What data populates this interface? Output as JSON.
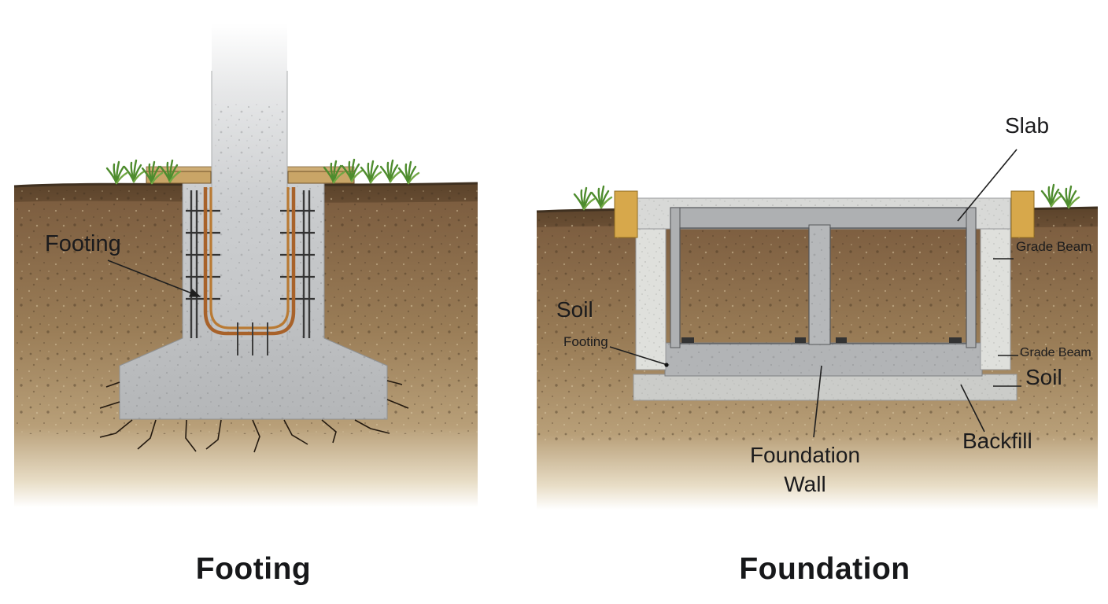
{
  "left_panel": {
    "caption": "Footing",
    "labels": {
      "footing": "Footing"
    }
  },
  "right_panel": {
    "caption": "Foundation",
    "labels": {
      "slab": "Slab",
      "grade_beam_top": "Grade Beam",
      "soil_left": "Soil",
      "footing": "Footing",
      "grade_beam_bottom": "Grade Beam",
      "soil_right": "Soil",
      "backfill": "Backfill",
      "foundation_wall": "Foundation Wall"
    }
  },
  "colors": {
    "soil_dark": "#5e452c",
    "soil_mid": "#9a7d57",
    "soil_light": "#c0a87f",
    "concrete": "#c6c8ca",
    "concrete_dark": "#aeb0b2",
    "wall_light": "#dfe0dc",
    "rebar_orange": "#a8622a",
    "rebar_dark": "#3a3a3a",
    "grass_green": "#4e8c2e",
    "wood_tan": "#c9a567",
    "grade_beam_yellow": "#d7a84b",
    "label_text": "#1b1b1d"
  }
}
